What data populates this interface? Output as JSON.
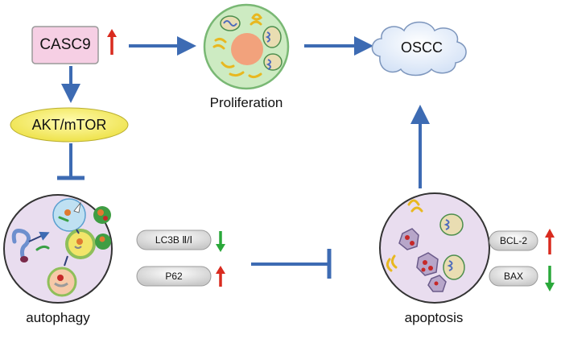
{
  "nodes": {
    "casc9": "CASC9",
    "akt_mtor": "AKT/mTOR",
    "oscc": "OSCC",
    "proliferation": "Proliferation",
    "autophagy": "autophagy",
    "apoptosis": "apoptosis"
  },
  "markers": {
    "lc3b": "LC3B Ⅱ/Ⅰ",
    "p62": "P62",
    "bcl2": "BCL-2",
    "bax": "BAX"
  },
  "arrow_directions": {
    "casc9": "up",
    "lc3b": "down",
    "p62": "up",
    "bcl2": "up",
    "bax": "down"
  },
  "colors": {
    "flow_arrow": "#3d6bb3",
    "up_arrow": "#d92b1f",
    "down_arrow": "#2aa83a",
    "casc9_fill": "#f6cfe4",
    "akt_fill": "#f5ef5e",
    "cloud_fill": "#e6effb",
    "proliferation_fill": "#cdebc2",
    "cell_circle_fill": "#e9ddef",
    "marker_fill": "#e4e4e4"
  }
}
